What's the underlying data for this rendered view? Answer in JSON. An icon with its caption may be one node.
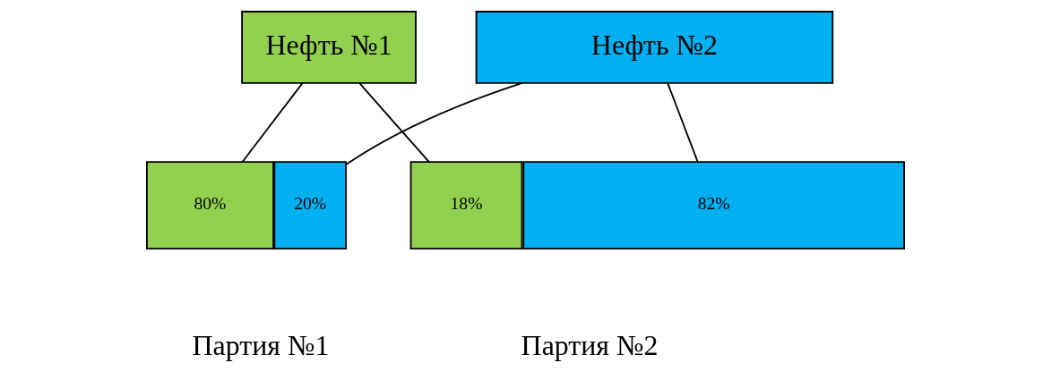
{
  "diagram": {
    "nodes": [
      {
        "text": [
          "Нефть №1"
        ]
      },
      {
        "text": [
          "Нефть №2"
        ]
      },
      {
        "text": [
          "80%"
        ]
      },
      {
        "text": [
          "20%"
        ]
      },
      {
        "text": [
          "18%"
        ]
      },
      {
        "text": [
          "82%"
        ]
      }
    ],
    "edges": [
      {
        "from": 0,
        "to": 2,
        "arrow": "none"
      },
      {
        "from": 0,
        "to": 4,
        "arrow": "none"
      },
      {
        "from": 1,
        "to": 3,
        "arrow": "none"
      },
      {
        "from": 1,
        "to": 5,
        "arrow": "none"
      }
    ],
    "labels": [
      "Партия №1",
      "Партия №2"
    ]
  }
}
